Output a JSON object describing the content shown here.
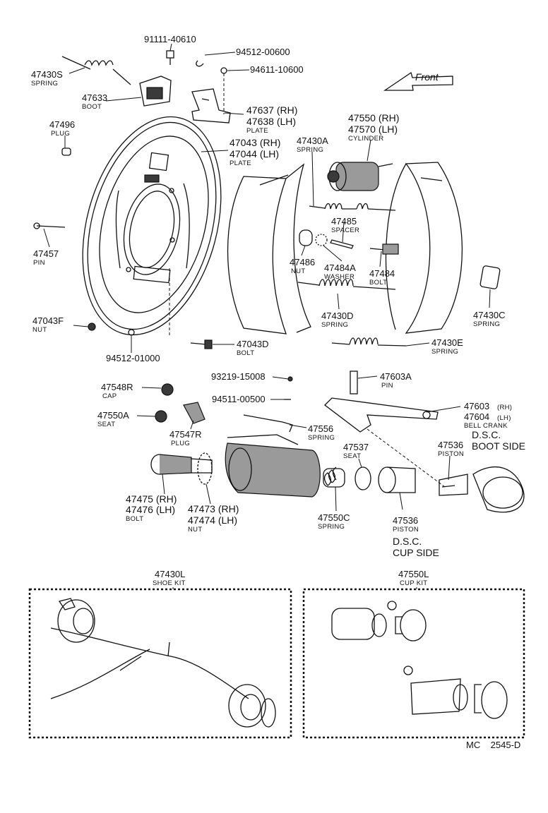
{
  "labels": {
    "p91111": "91111-40610",
    "p94512_00600": "94512-00600",
    "p94611": "94611-10600",
    "p47430S": "47430S",
    "p47430S_sub": "SPRING",
    "p47633": "47633",
    "p47633_sub": "BOOT",
    "p47637": "47637 (RH)",
    "p47638": "47638 (LH)",
    "p47638_sub": "PLATE",
    "p47496": "47496",
    "p47496_sub": "PLUG",
    "p47043": "47043 (RH)",
    "p47044": "47044 (LH)",
    "p47044_sub": "PLATE",
    "p47550": "47550 (RH)",
    "p47570": "47570 (LH)",
    "p47570_sub": "CYLINDER",
    "p47430A": "47430A",
    "p47430A_sub": "SPRING",
    "p47485": "47485",
    "p47485_sub": "SPACER",
    "p47457": "47457",
    "p47457_sub": "PIN",
    "p47486": "47486",
    "p47486_sub": "NUT",
    "p47484A": "47484A",
    "p47484A_sub": "WASHER",
    "p47484": "47484",
    "p47484_sub": "BOLT",
    "p47430D": "47430D",
    "p47430D_sub": "SPRING",
    "p47430C": "47430C",
    "p47430C_sub": "SPRING",
    "p47043F": "47043F",
    "p47043F_sub": "NUT",
    "p47043D": "47043D",
    "p47043D_sub": "BOLT",
    "p47430E": "47430E",
    "p47430E_sub": "SPRING",
    "p94512_01000": "94512-01000",
    "p93219": "93219-15008",
    "p47603A": "47603A",
    "p47603A_sub": "PIN",
    "p47548R": "47548R",
    "p47548R_sub": "CAP",
    "p94511": "94511-00500",
    "p47603": "47603",
    "p47603_rh": "(RH)",
    "p47604": "47604",
    "p47604_lh": "(LH)",
    "p47604_sub": "BELL CRANK",
    "p47550A": "47550A",
    "p47550A_sub": "SEAT",
    "p47547R": "47547R",
    "p47547R_sub": "PLUG",
    "p47556": "47556",
    "p47556_sub": "SPRING",
    "p47536_boot": "47536",
    "p47536_boot_sub": "PISTON",
    "dsc_boot": "D.S.C.",
    "boot_side": "BOOT SIDE",
    "p47537": "47537",
    "p47537_sub": "SEAT",
    "p47475": "47475 (RH)",
    "p47476": "47476 (LH)",
    "p47476_sub": "BOLT",
    "p47473": "47473 (RH)",
    "p47474": "47474 (LH)",
    "p47474_sub": "NUT",
    "p47550C": "47550C",
    "p47550C_sub": "SPRING",
    "p47536_cup": "47536",
    "p47536_cup_sub": "PISTON",
    "dsc_cup": "D.S.C.",
    "cup_side": "CUP SIDE",
    "p47430L": "47430L",
    "p47430L_sub": "SHOE KIT",
    "p47550L": "47550L",
    "p47550L_sub": "CUP KIT",
    "front": "Front",
    "footer": "MC    2545-D"
  }
}
